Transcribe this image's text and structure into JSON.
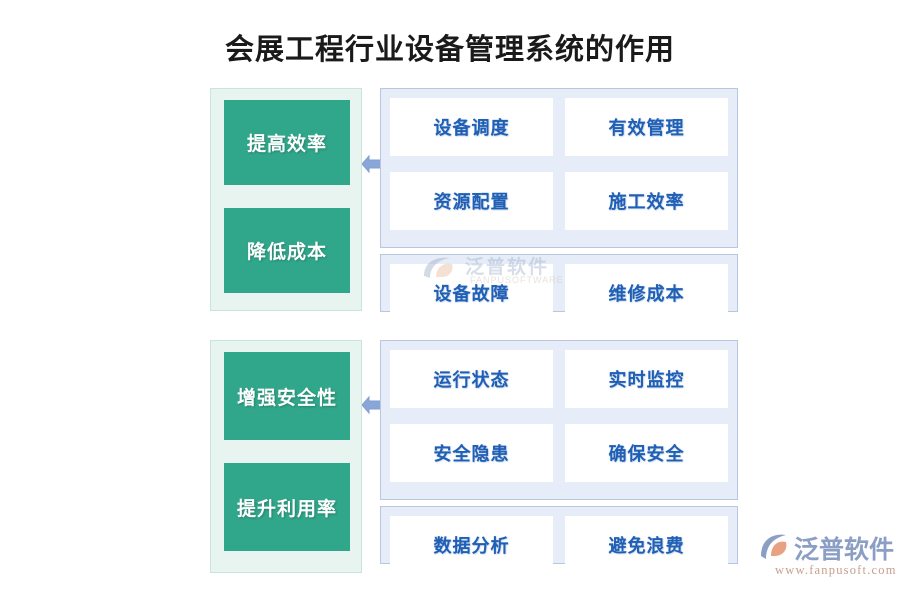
{
  "page": {
    "title": "会展工程行业设备管理系统的作用",
    "colors": {
      "green": "#30a68a",
      "mint_panel_bg": "#e7f4ef",
      "mint_panel_border": "#c9e4da",
      "blue_panel_bg": "#e7edf8",
      "blue_panel_border": "#b7c7e2",
      "cell_bg": "#ffffff",
      "cell_text": "#1f5fb5",
      "arrow": "#7f9fd4",
      "title_text": "#1a1a1a"
    }
  },
  "sections": [
    {
      "name": "top-section",
      "left_panel": {
        "boxes": [
          {
            "label": "提高效率"
          },
          {
            "label": "降低成本"
          }
        ]
      },
      "connector": {
        "icon": "double-arrow-horizontal-icon"
      },
      "right_panels": [
        {
          "rows": [
            [
              {
                "label": "设备调度"
              },
              {
                "label": "有效管理"
              }
            ],
            [
              {
                "label": "资源配置"
              },
              {
                "label": "施工效率"
              }
            ]
          ]
        },
        {
          "rows": [
            [
              {
                "label": "设备故障"
              },
              {
                "label": "维修成本"
              }
            ]
          ]
        }
      ]
    },
    {
      "name": "bottom-section",
      "left_panel": {
        "boxes": [
          {
            "label": "增强安全性"
          },
          {
            "label": "提升利用率"
          }
        ]
      },
      "connector": {
        "icon": "double-arrow-horizontal-icon"
      },
      "right_panels": [
        {
          "rows": [
            [
              {
                "label": "运行状态"
              },
              {
                "label": "实时监控"
              }
            ],
            [
              {
                "label": "安全隐患"
              },
              {
                "label": "确保安全"
              }
            ]
          ]
        },
        {
          "rows": [
            [
              {
                "label": "数据分析"
              },
              {
                "label": "避免浪费"
              }
            ]
          ]
        }
      ]
    }
  ],
  "watermark": {
    "text": "泛普软件",
    "url": "FANPUSOFTWARE"
  },
  "brand": {
    "name": "泛普软件",
    "url": "www.fanpusoft.com"
  }
}
